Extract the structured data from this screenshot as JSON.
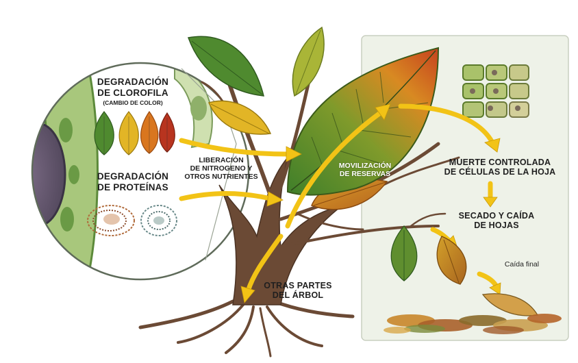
{
  "labels": {
    "chlorophyll_title_1": "DEGRADACIÓN",
    "chlorophyll_title_2": "DE CLOROFILA",
    "chlorophyll_sub": "(CAMBIO DE COLOR)",
    "protein_title_1": "DEGRADACIÓN",
    "protein_title_2": "DE PROTEÍNAS",
    "nitrogen_1": "LIBERACIÓN",
    "nitrogen_2": "DE NITROGENO Y",
    "nitrogen_3": "OTROS NUTRIENTES",
    "mobilization_1": "MOVILIZACIÓN",
    "mobilization_2": "DE RESERVAS",
    "death_1": "MUERTE CONTROLADA",
    "death_2": "DE CÉLULAS DE LA HOJA",
    "drying_1": "SECADO Y CAÍDA",
    "drying_2": "DE HOJAS",
    "final_fall": "Caída final",
    "other_parts_1": "OTRAS PARTES",
    "other_parts_2": "DEL ÁRBOL"
  },
  "colors": {
    "leaf_green": "#4f8a2f",
    "leaf_yellow": "#e2b526",
    "leaf_orange": "#d9761f",
    "leaf_red": "#b8341f",
    "arrow_yellow": "#f2c316",
    "bark_brown": "#6b4a35",
    "panel_bg": "#eef2e8"
  }
}
